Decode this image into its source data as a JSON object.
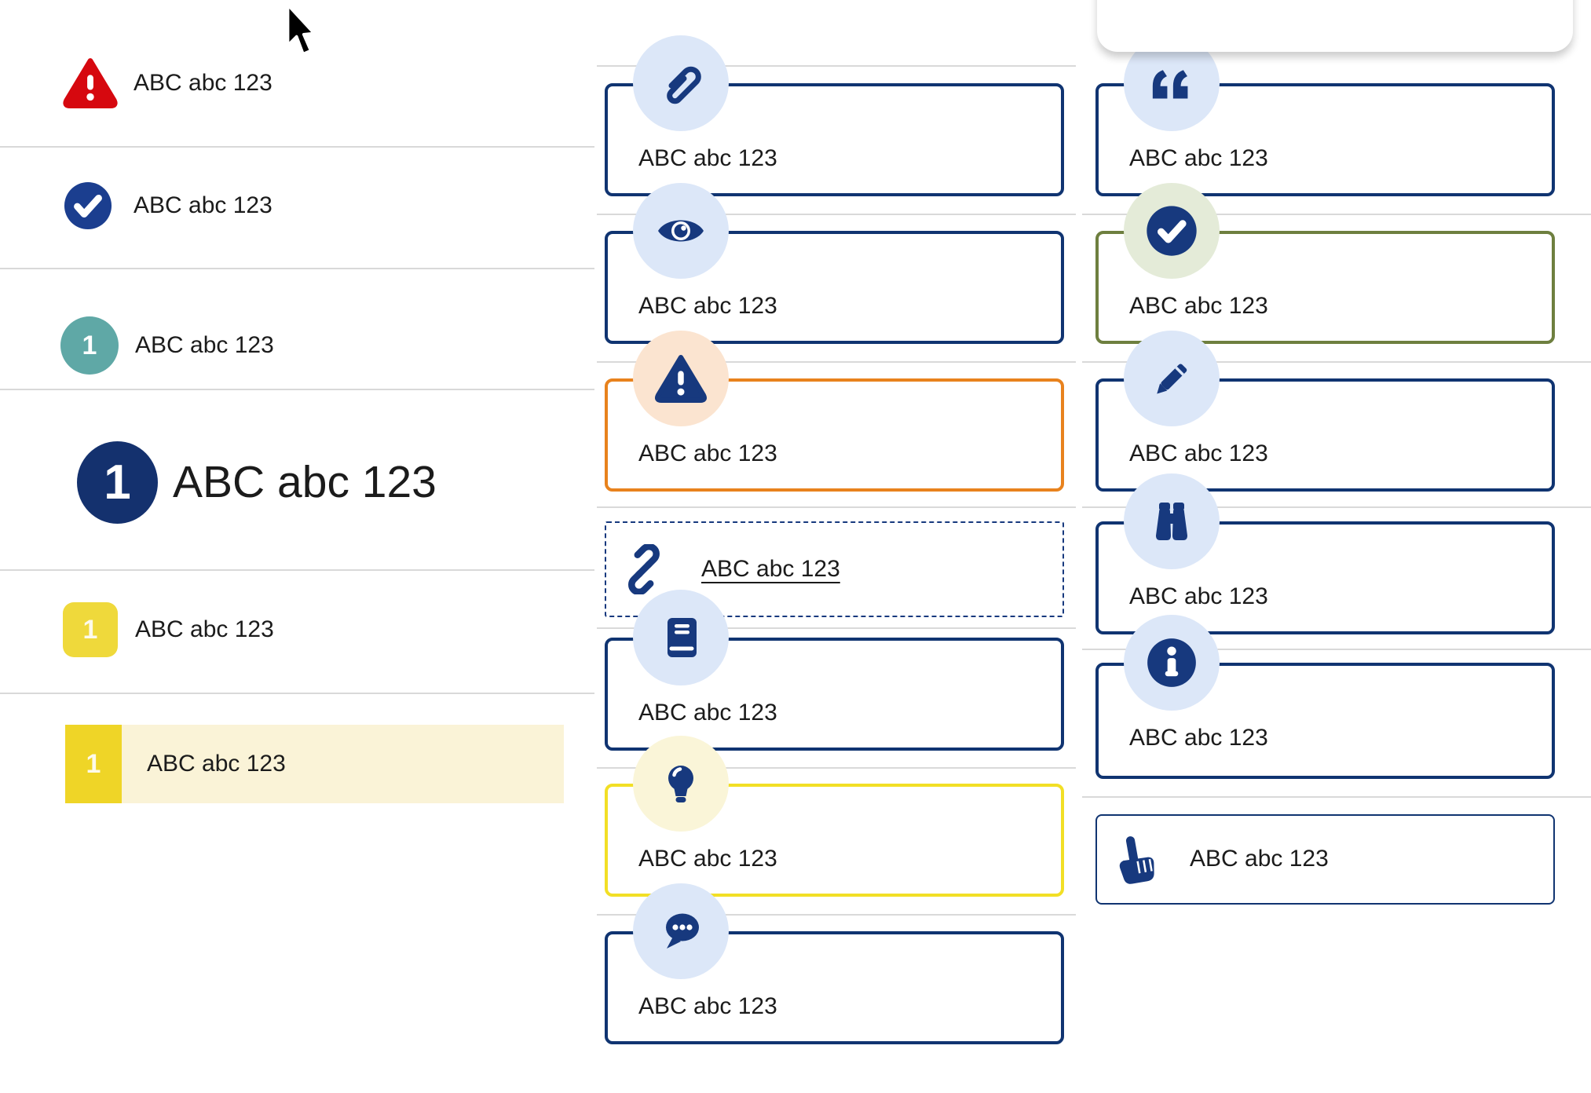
{
  "colors": {
    "navy_icon": "#17397E",
    "navy_border": "#103471",
    "pale_blue": "#DCE7F8",
    "pale_peach": "#FBE4D0",
    "pale_yellow": "#FAF5D8",
    "pale_green": "#E4EBD8",
    "red": "#D6080F",
    "teal": "#5FA8A6",
    "yellow_badge": "#EFD93B",
    "yellow_tab": "#EFD527",
    "yellow_border": "#F2DF25",
    "cream_highlight": "#FAF3D7",
    "orange_border": "#E8821D",
    "olive_border": "#6E7F3F",
    "separator": "#D9D9D9",
    "text": "#1B1B1B"
  },
  "left": {
    "items": [
      {
        "label": "ABC abc 123",
        "icon": "warning-triangle",
        "style": "red-triangle"
      },
      {
        "label": "ABC abc 123",
        "icon": "check-circle",
        "style": "navy-check-circle"
      },
      {
        "label": "ABC abc 123",
        "badge": "1",
        "style": "teal-circle"
      },
      {
        "label": "ABC abc 123",
        "badge": "1",
        "style": "large-navy-circle"
      },
      {
        "label": "ABC abc 123",
        "badge": "1",
        "style": "yellow-square"
      },
      {
        "label": "ABC abc 123",
        "badge": "1",
        "style": "yellow-tab-highlighted"
      }
    ]
  },
  "middle": {
    "cards": [
      {
        "label": "ABC abc 123",
        "icon": "paperclip",
        "border": "navy"
      },
      {
        "label": "ABC abc 123",
        "icon": "eye",
        "border": "navy"
      },
      {
        "label": "ABC abc 123",
        "icon": "warning",
        "border": "orange"
      },
      {
        "label": "ABC abc 123",
        "icon": "link",
        "border": "navy-dashed",
        "is_link": true
      },
      {
        "label": "ABC abc 123",
        "icon": "book",
        "border": "navy"
      },
      {
        "label": "ABC abc 123",
        "icon": "lightbulb",
        "border": "yellow"
      },
      {
        "label": "ABC abc 123",
        "icon": "chat",
        "border": "navy"
      }
    ]
  },
  "right": {
    "cards": [
      {
        "label": "ABC abc 123",
        "icon": "quote",
        "border": "navy"
      },
      {
        "label": "ABC abc 123",
        "icon": "check",
        "border": "olive"
      },
      {
        "label": "ABC abc 123",
        "icon": "pencil",
        "border": "navy"
      },
      {
        "label": "ABC abc 123",
        "icon": "binoculars",
        "border": "navy"
      },
      {
        "label": "ABC abc 123",
        "icon": "info",
        "border": "navy"
      },
      {
        "label": "ABC abc 123",
        "icon": "hand-pointer",
        "border": "navy-thin"
      }
    ]
  }
}
